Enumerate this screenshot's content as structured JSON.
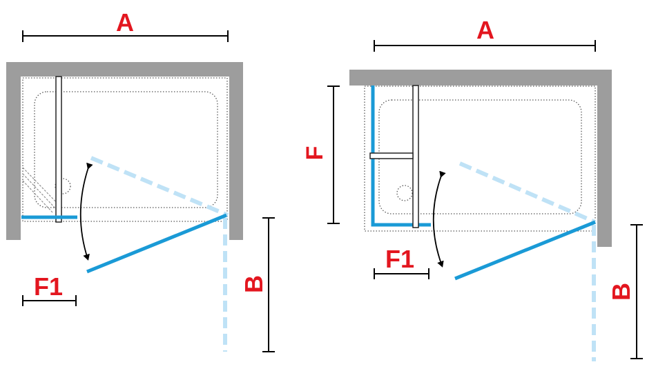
{
  "colors": {
    "wall": "#9d9d9d",
    "glass": "#1a9ad6",
    "glass_swing": "#bfe2f6",
    "label": "#e3161f",
    "dim_line": "#000000",
    "outline": "#555555"
  },
  "left_diagram": {
    "width_label": "A",
    "depth_label": "B",
    "fixed_panel_label": "F1"
  },
  "right_diagram": {
    "width_label": "A",
    "depth_label": "B",
    "side_panel_label": "F",
    "fixed_panel_label": "F1"
  }
}
